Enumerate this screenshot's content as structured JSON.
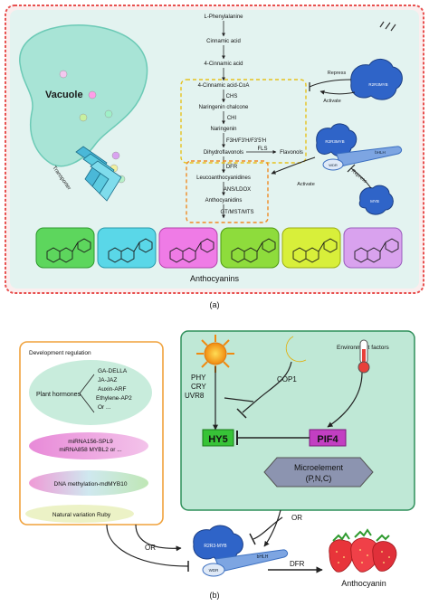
{
  "panel_a": {
    "vacuole_label": "Vacuole",
    "transporter_label": "Transporter",
    "pathway": {
      "l_phenylalanine": "L-Phenylalanine",
      "cinnamic_acid": "Cinnamic acid",
      "four_cinnamic_acid": "4-Cinnamic acid",
      "four_cinnamic_acid_coa": "4-Cinnamic acid-CoA",
      "chs": "CHS",
      "naringenin_chalcone": "Naringenin chalcone",
      "chi": "CHI",
      "naringenin": "Naringenin",
      "f3h": "F3H/F3'H/F3'5'H",
      "dihydroflavonols": "Dihydroflavonols",
      "fls": "FLS",
      "flavonols": "Flavonols",
      "dfr": "DFR",
      "leucoanthocyanidines": "Leucoanthocyanidines",
      "ans": "ANS/LDOX",
      "anthocyanidins": "Anthocyanidins",
      "gt": "GT/MST/MTS"
    },
    "regulation": {
      "repress_top": "Repress",
      "activate_top": "Activate",
      "r2r3_top": "R2R3MYB",
      "r2r3_mid": "R2R3MYB",
      "bhlh": "bHLH",
      "wdr": "WDR",
      "activate_mid": "Activate",
      "repress_bottom": "Repress",
      "myb": "MYB"
    },
    "anthocyanins_label": "Anthocyanins",
    "caption": "(a)"
  },
  "panel_b": {
    "development": {
      "title": "Development regulation",
      "plant_hormones": "Plant hormones",
      "hormone_items": [
        "GA-DELLA",
        "JA-JAZ",
        "Auxin-ARF",
        "Ethylene-AP2",
        "Or ..."
      ],
      "mirna_line1": "miRNA156-SPL9",
      "mirna_line2": "miRNA858 MYBL2  or ...",
      "dna_methylation": "DNA methylation-mdMYB10",
      "natural_variation": "Natural variation Ruby"
    },
    "environment": {
      "title": "Environment factors",
      "receptors": [
        "PHY",
        "CRY",
        "UVR8"
      ],
      "cop1": "COP1",
      "hy5": "HY5",
      "pif4": "PIF4",
      "microelement_line1": "Microelement",
      "microelement_line2": "(P,N,C)"
    },
    "or_right": "OR",
    "or_left": "OR",
    "complex": {
      "r2r3": "R2R3-MYB",
      "bhlh": "bHLH",
      "wdr": "WDR"
    },
    "dfr": "DFR",
    "anthocyanin": "Anthocyanin",
    "caption": "(b)"
  },
  "colors": {
    "panel_a_border": "#e8504f",
    "panel_a_bg": "#e3f3f0",
    "dev_border": "#f0a23c",
    "env_bg": "#bfe8d6",
    "env_border": "#2f8f5a",
    "hy5": "#37c337",
    "pif4": "#c23fc2",
    "protein_blue": "#2f64c8",
    "wdr_blue": "#7da5e2"
  }
}
